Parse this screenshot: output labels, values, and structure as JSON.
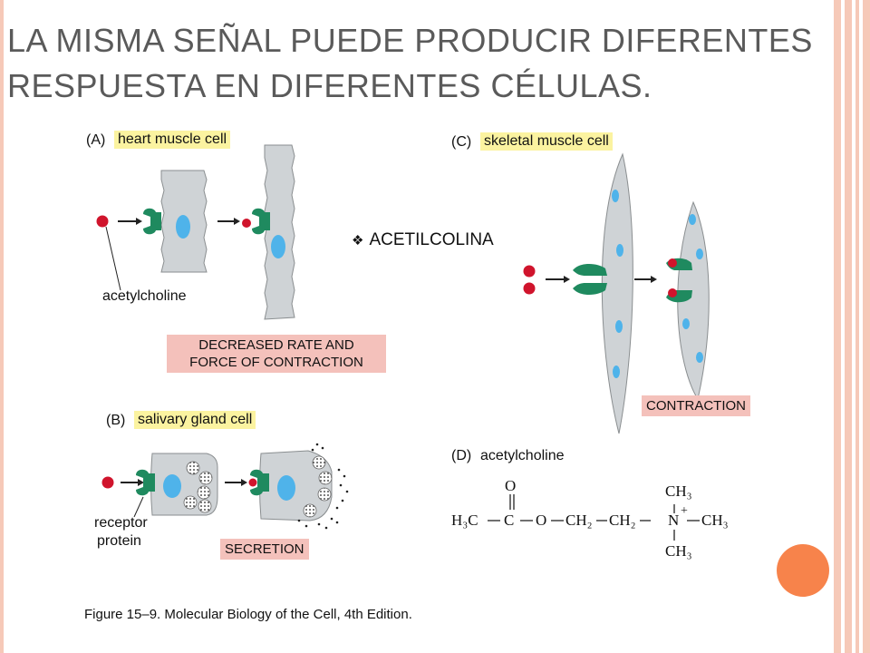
{
  "title": {
    "line1": "LA MISMA SEÑAL PUEDE PRODUCIR DIFERENTES",
    "line2": "RESPUESTA EN DIFERENTES CÉLULAS."
  },
  "bullet": {
    "icon": "diamond-bullet-icon",
    "text": "ACETILCOLINA"
  },
  "panels": {
    "A": {
      "letter": "(A)",
      "cell": "heart muscle cell",
      "ligand_label": "acetylcholine",
      "response_line1": "DECREASED RATE AND",
      "response_line2": "FORCE OF CONTRACTION"
    },
    "B": {
      "letter": "(B)",
      "cell": "salivary gland cell",
      "receptor_label_line1": "receptor",
      "receptor_label_line2": "protein",
      "response": "SECRETION"
    },
    "C": {
      "letter": "(C)",
      "cell": "skeletal muscle cell",
      "response": "CONTRACTION"
    },
    "D": {
      "letter": "(D)",
      "title": "acetylcholine",
      "formula": {
        "o": "O",
        "h3c": "H₃C",
        "c": "C",
        "o2": "O",
        "ch2a": "CH₂",
        "ch2b": "CH₂",
        "n": "N",
        "plus": "+",
        "ch3_top": "CH₃",
        "ch3_right": "CH₃",
        "ch3_bottom": "CH₃"
      }
    }
  },
  "caption": "Figure 15–9. Molecular Biology of the Cell, 4th Edition.",
  "colors": {
    "title": "#5a5a5a",
    "ligand": "#d0142c",
    "receptor": "#1f8a5f",
    "cell": "#cfd3d6",
    "nucleus": "#4fb3ea",
    "yellow_tag": "#fbf3a0",
    "pink_tag": "#f4c1bb",
    "accent": "#f7834b",
    "border": "#f6c9b8"
  }
}
